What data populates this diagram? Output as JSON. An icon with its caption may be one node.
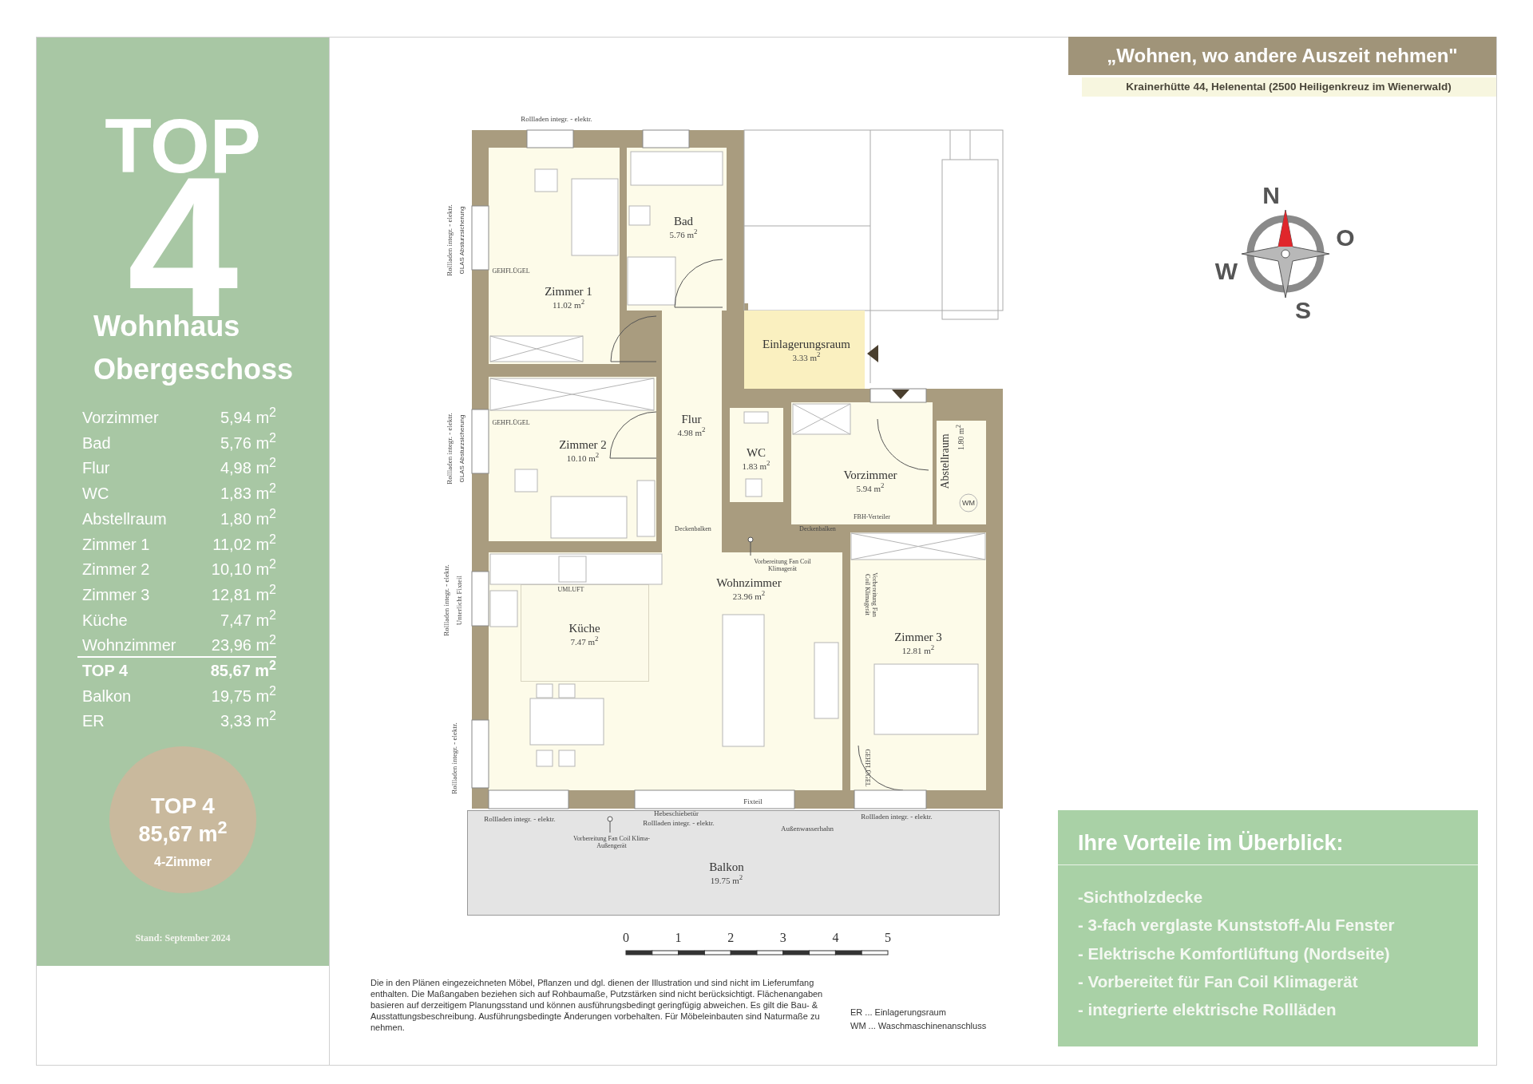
{
  "diagram": {
    "title": "TOP 4",
    "nodes": [
      {
        "text": [
          "„Wohnen, wo andere Auszeit nehmen\""
        ]
      },
      {
        "text": [
          "Krainerhütte 44, Helenental (2500 Heiligenkreuz im Wienerwald)"
        ]
      },
      {
        "text": [
          "Zimmer 1",
          "11.02 m$^{2}$"
        ]
      },
      {
        "text": [
          "Bad",
          "5.76 m$^{2}$"
        ]
      },
      {
        "text": [
          "Einlagerungsraum",
          "3.33 m$^{2}$"
        ]
      },
      {
        "text": [
          "Flur",
          "4.98 m$^{2}$"
        ]
      },
      {
        "text": [
          "Zimmer 2",
          "10.10 m$^{2}$"
        ]
      },
      {
        "text": [
          "WC",
          "1.83 m$^{2}$"
        ]
      },
      {
        "text": [
          "Vorzimmer",
          "5.94 m$^{2}$"
        ]
      },
      {
        "text": [
          "Abstellraum",
          "1.80 m$^{2}$"
        ]
      },
      {
        "text": [
          "Wohnzimmer",
          "23.96 m$^{2}$"
        ]
      },
      {
        "text": [
          "Küche",
          "7.47 m$^{2}$"
        ],
        "in": 10
      },
      {
        "text": [
          "Zimmer 3",
          "12.81 m$^{2}$"
        ]
      },
      {
        "text": [
          "Balkon",
          "19.75 m$^{2}$"
        ]
      },
      {
        "text": [
          "TOP 4",
          "85,67 m$^{2}$",
          "4-Zimmer"
        ]
      },
      {
        "text": [
          "Ihre Vorteile im Überblick:",
          "-Sichtholzdecke",
          "- 3-fach verglaste Kunststoff-Alu Fenster",
          "- Elektrische Komfortlüftung (Nordseite)",
          "- Vorbereitet für Fan Coil Klimagerät",
          "- integrierte elektrische Rollläden"
        ]
      },
      {
        "text": [
          "Vorbereitung Fan Coil Klimagerät"
        ],
        "in": 10
      },
      {
        "text": [
          "Vorbereitung Fan Coil Klima-Außengerät"
        ],
        "in": 13
      }
    ],
    "edges": [
      {
        "from": 16,
        "to": null,
        "arrow": "other"
      },
      {
        "from": 17,
        "to": null,
        "arrow": "other"
      }
    ],
    "labels": [
      "Wohnhaus Obergeschoss",
      "Vorzimmer",
      "5,94 m$^{2}$",
      "Bad",
      "5,76 m$^{2}$",
      "Flur",
      "4,98 m$^{2}$",
      "WC",
      "1,83 m$^{2}$",
      "Abstellraum",
      "1,80 m$^{2}$",
      "Zimmer 1",
      "11,02 m$^{2}$",
      "Zimmer 2",
      "10,10 m$^{2}$",
      "Zimmer 3",
      "12,81 m$^{2}$",
      "Küche",
      "7,47 m$^{2}$",
      "Wohnzimmer",
      "23,96 m$^{2}$",
      "TOP 4",
      "85,67 m$^{2}$",
      "Balkon",
      "19,75 m$^{2}$",
      "ER",
      "3,33 m$^{2}$",
      "Stand: September 2024",
      "N",
      "O",
      "W",
      "S",
      "Rollladen integr. - elektr.",
      "Rollladen integr. - elektr.",
      "GLAS Absturzsicherung",
      "GEHFLÜGEL",
      "Rollladen integr. - elektr.",
      "GLAS Absturzsicherung",
      "GEHFLÜGEL",
      "Deckenbalken",
      "FBH-Verteiler",
      "Deckenbalken",
      "WM",
      "Rollladen integr. - elektr.",
      "Unterlicht Fixteil",
      "UMLUFT",
      "Vorbereitung Fan Coil Klimagerät",
      "Rollladen integr. - elektr.",
      "GEHFLÜGEL",
      "Fixteil",
      "Rollladen integr. - elektr.",
      "Hebeschiebetür",
      "Rollladen integr. - elektr.",
      "Außenwasserhahn",
      "Rollladen integr. - elektr.",
      "0",
      "1",
      "2",
      "3",
      "4",
      "5",
      "Die in den Plänen eingezeichneten Möbel, Pflanzen und dgl. dienen der Illustration und sind nicht im Lieferumfang enthalten. Die Maßangaben beziehen sich auf Rohbaumaße, Putzstärken sind nicht berücksichtigt. Flächenangaben basieren auf derzeitigem Planungsstand und können ausführungsbedingt geringfügig abweichen. Es gilt die Bau- & Ausstattungsbeschreibung. Ausführungsbedingte Änderungen vorbehalten. Für Möbeleinbauten sind Naturmaße zu nehmen.",
      "ER ... Einlagerungsraum",
      "WM ... Waschmaschinenanschluss"
    ]
  }
}
